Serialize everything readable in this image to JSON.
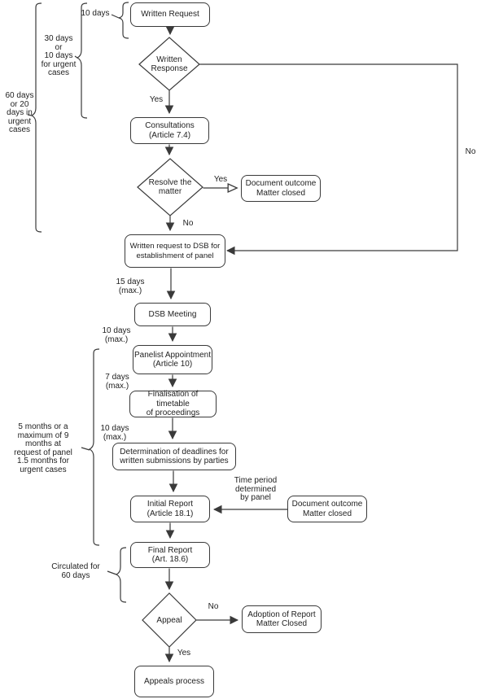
{
  "diagram": {
    "nodes": {
      "written_request": "Written Request",
      "written_response": "Written\nResponse",
      "consultations": "Consultations\n(Article 7.4)",
      "resolve_matter": "Resolve the\nmatter",
      "document_outcome_1": "Document outcome\nMatter closed",
      "written_request_dsb": "Written request to DSB for\nestablishment of panel",
      "dsb_meeting": "DSB Meeting",
      "panelist_appointment": "Panelist Appointment\n(Article 10)",
      "finalisation_timetable": "Finalisation of timetable\nof proceedings",
      "determination_deadlines": "Determination of deadlines for\nwritten submissions by parties",
      "initial_report": "Initial Report\n(Article 18.1)",
      "document_outcome_2": "Document outcome\nMatter closed",
      "final_report": "Final Report\n(Art. 18.6)",
      "appeal": "Appeal",
      "adoption_report": "Adoption of Report\nMatter Closed",
      "appeals_process": "Appeals process"
    },
    "edge_labels": {
      "response_yes": "Yes",
      "response_no": "No",
      "resolve_yes": "Yes",
      "resolve_no": "No",
      "appeal_no": "No",
      "appeal_yes": "Yes"
    },
    "annotations": {
      "req_10_days": "10 days",
      "consult_30_days": "30 days\nor\n10 days\nfor urgent\ncases",
      "panel_60_days": "60 days\nor 20\ndays in\nurgent\ncases",
      "dsb_15_days": "15 days\n(max.)",
      "panelist_10_days": "10 days\n(max.)",
      "timetable_7_days": "7 days\n(max.)",
      "deadlines_10_days": "10 days\n(max.)",
      "report_5_months": "5 months or a\nmaximum of 9\nmonths at\nrequest of panel\n1.5 months for\nurgent cases",
      "time_period": "Time period\ndetermined\nby panel",
      "circulated_60_days": "Circulated for\n60 days"
    },
    "colors": {
      "stroke": "#3a3a3a",
      "text": "#222222",
      "background": "#ffffff"
    }
  }
}
